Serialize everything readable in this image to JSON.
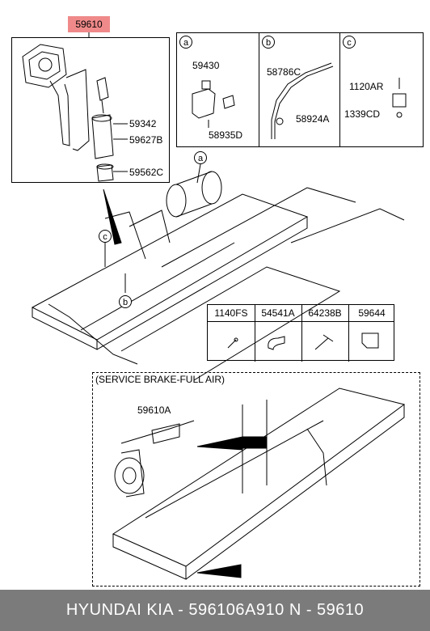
{
  "main_part": {
    "code": "59610"
  },
  "detail_parts": {
    "labels": [
      "59342",
      "59627B",
      "59562C"
    ]
  },
  "insets": {
    "a": {
      "tag": "a",
      "parts": [
        "59430",
        "58935D"
      ]
    },
    "b": {
      "tag": "b",
      "parts": [
        "58786C",
        "58924A"
      ]
    },
    "c": {
      "tag": "c",
      "parts": [
        "1120AR",
        "1339CD"
      ]
    }
  },
  "callouts": {
    "a": "a",
    "b": "b",
    "c": "c"
  },
  "small_parts_table": {
    "headers": [
      "1140FS",
      "54541A",
      "64238B",
      "59644"
    ]
  },
  "service_section": {
    "title": "(SERVICE BRAKE-FULL AIR)",
    "part": "59610A"
  },
  "footer": {
    "text": "HYUNDAI  KIA - 596106A910      N - 59610"
  },
  "colors": {
    "tag_bg": "#f08a8a",
    "footer_bg": "#7b7b7b"
  }
}
